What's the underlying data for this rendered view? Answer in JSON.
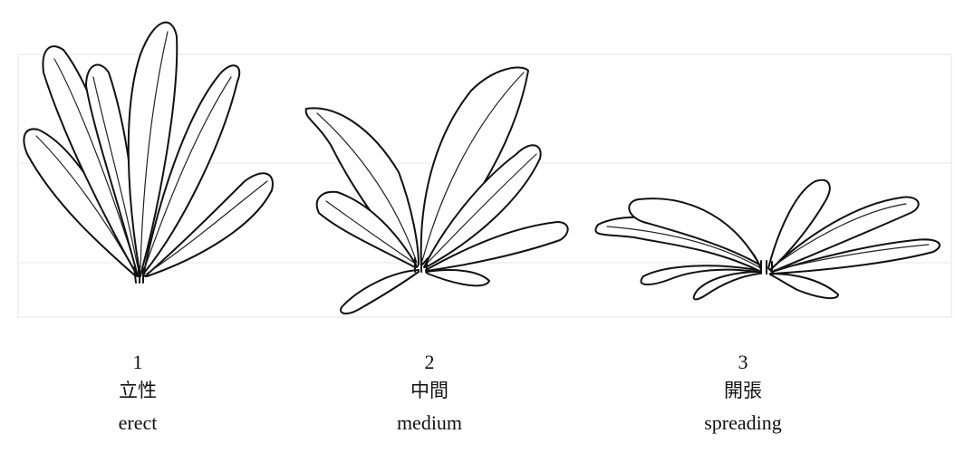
{
  "figure": {
    "items": [
      {
        "number": "1",
        "japanese": "立性",
        "english": "erect"
      },
      {
        "number": "2",
        "japanese": "中間",
        "english": "medium"
      },
      {
        "number": "3",
        "japanese": "開張",
        "english": "spreading"
      }
    ]
  }
}
